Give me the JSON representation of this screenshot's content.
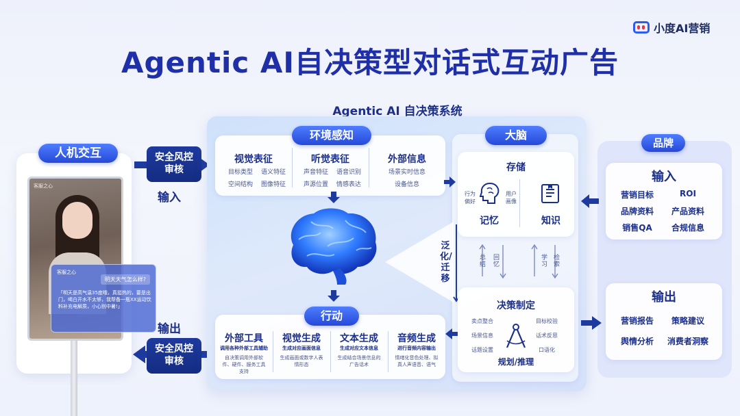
{
  "brand": {
    "name": "小度AI营销"
  },
  "title": "Agentic AI自决策型对话式互动广告",
  "system_title": "Agentic AI 自决策系统",
  "left": {
    "hci_label": "人机交互",
    "screen_tag": "客服之心",
    "chat_q": "明天天气怎么样?",
    "chat_tag": "客服之心",
    "chat_a": "「明天是高气温35度哦，真挺热的，要是出门，喝白开水不太够，我帮备一瓶XX运动饮料补充电解质，小心别中暑!」",
    "audit_in": "安全风控\n审核",
    "audit_out": "安全风控\n审核",
    "input": "输入",
    "output": "输出"
  },
  "env": {
    "label": "环境感知",
    "cols": [
      {
        "title": "视觉表征",
        "sub1a": "目标类型",
        "sub1b": "语义特征",
        "sub2a": "空间结构",
        "sub2b": "图像特征"
      },
      {
        "title": "听觉表征",
        "sub1a": "声音特征",
        "sub1b": "语音识别",
        "sub2a": "声源位置",
        "sub2b": "情感表达"
      },
      {
        "title": "外部信息",
        "sub1a": "场景实时信息",
        "sub1b": "",
        "sub2a": "设备信息",
        "sub2b": ""
      }
    ]
  },
  "action": {
    "label": "行动",
    "cols": [
      {
        "title": "外部工具",
        "bold": "调用各种外部工具辅助",
        "desc": "自决策调用外部软件、硬件、服务工具支持"
      },
      {
        "title": "视觉生成",
        "bold": "生成对应画面信息",
        "desc": "生成画面或数字人表情形态"
      },
      {
        "title": "文本生成",
        "bold": "生成对应文本信息",
        "desc": "生成结合场景信息的广告话术"
      },
      {
        "title": "音频生成",
        "bold": "进行音频内容输出",
        "desc": "情绪化音色处理、拟真人声语音、语气"
      }
    ]
  },
  "brain": {
    "label": "大脑",
    "storage": "存储",
    "memory": "记忆",
    "knowledge": "知识",
    "behavior": "行为\n偏好",
    "portrait": "用户\n画像",
    "summary_a": "总\n结",
    "summary_b": "回\n忆",
    "learn_a": "学\n习",
    "learn_b": "检\n索",
    "generalize": "泛化/迁移",
    "decision": "决策制定",
    "dec_left": [
      "卖点整合",
      "场景信息",
      "话题设置"
    ],
    "dec_right": [
      "目标校验",
      "话术反思",
      "口语化"
    ],
    "planning": "规划/推理"
  },
  "brand_panel": {
    "label": "品牌",
    "input_title": "输入",
    "inputs": [
      "营销目标",
      "ROI",
      "品牌资料",
      "产品资料",
      "销售QA",
      "合规信息"
    ],
    "output_title": "输出",
    "outputs": [
      "营销报告",
      "策略建议",
      "舆情分析",
      "消费者洞察"
    ]
  },
  "colors": {
    "primary": "#1e2fa8",
    "accent": "#2a5cf0",
    "navy": "#142c82",
    "brain": "#2f7bff"
  }
}
